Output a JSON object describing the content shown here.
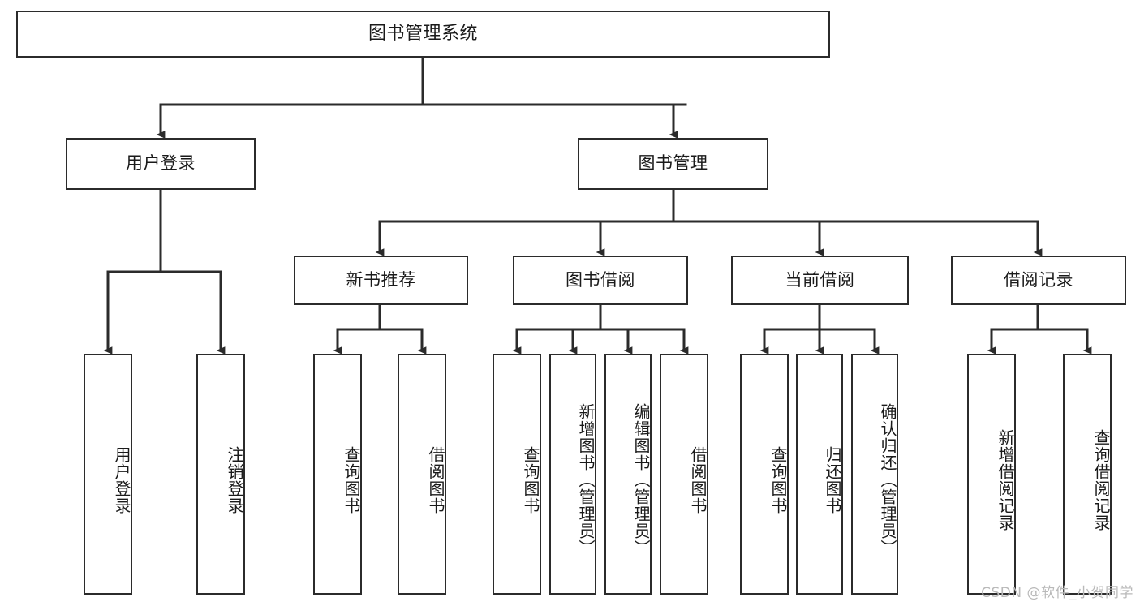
{
  "diagram": {
    "title": "图书管理系统",
    "type": "tree-hierarchy-chart",
    "stroke_color": "#2b2b2b",
    "fill_color": "#ffffff",
    "text_color": "#1a1a1a"
  },
  "root": {
    "label": "图书管理系统"
  },
  "level2": [
    {
      "label": "用户登录"
    },
    {
      "label": "图书管理"
    }
  ],
  "level3": [
    {
      "label": "新书推荐"
    },
    {
      "label": "图书借阅"
    },
    {
      "label": "当前借阅"
    },
    {
      "label": "借阅记录"
    }
  ],
  "leaves": {
    "user_login": [
      {
        "label": "用户登录"
      },
      {
        "label": "注销登录"
      }
    ],
    "new_book_recommend": [
      {
        "label": "查询图书"
      },
      {
        "label": "借阅图书"
      }
    ],
    "book_borrow": [
      {
        "label": "查询图书"
      },
      {
        "label": "新增图书（管理员）"
      },
      {
        "label": "编辑图书（管理员）"
      },
      {
        "label": "借阅图书"
      }
    ],
    "current_borrow": [
      {
        "label": "查询图书"
      },
      {
        "label": "归还图书"
      },
      {
        "label": "确认归还（管理员）"
      }
    ],
    "borrow_record": [
      {
        "label": "新增借阅记录"
      },
      {
        "label": "查询借阅记录"
      }
    ]
  },
  "watermark": {
    "text": "CSDN @软件_小贺同学"
  }
}
